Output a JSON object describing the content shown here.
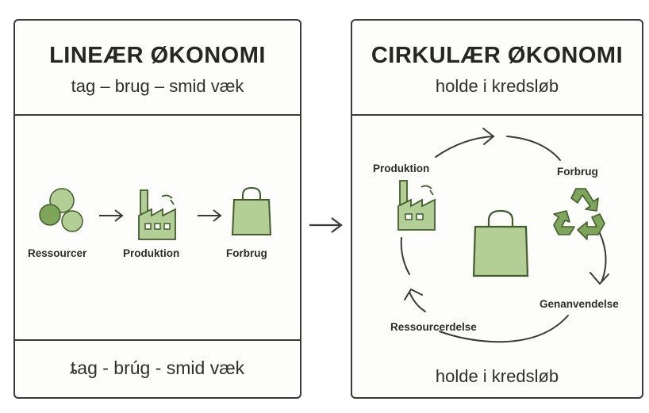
{
  "linear": {
    "title": "LINEÆR ØKONOMI",
    "subtitle": "tag – brug – smid væk",
    "steps": [
      "Ressourcer",
      "Produktion",
      "Forbrug"
    ],
    "footer": "ȶag - brúg - smid væk"
  },
  "circular": {
    "title": "CIRKULÆR ØKONOMI",
    "subtitle": "holde i kredsløb",
    "steps": [
      "Produktion",
      "Forbrug",
      "Genanvendelse",
      "Ressourcerdelse"
    ],
    "footer": "holde i kredsløb"
  },
  "colors": {
    "green_fill": "#b3cf96",
    "green_dark": "#3f5e2a",
    "green_mid": "#7ea65a",
    "outline": "#3a3a3a"
  }
}
